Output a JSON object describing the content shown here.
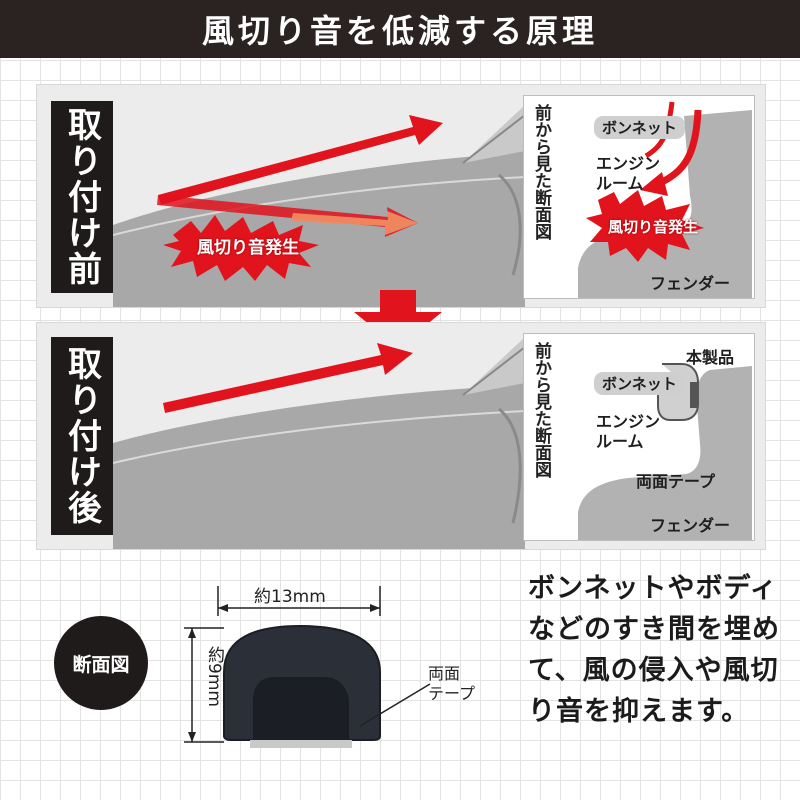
{
  "title": "風切り音を低減する原理",
  "before": {
    "label": "取り付け前",
    "burst_text": "風切り音発生",
    "section_label": "前から見た断面図",
    "section": {
      "bonnet": "ボンネット",
      "engine_room": "エンジン\nルーム",
      "burst_text": "風切り音発生",
      "fender": "フェンダー"
    }
  },
  "after": {
    "label": "取り付け後",
    "section_label": "前から見た断面図",
    "section": {
      "product": "本製品",
      "bonnet": "ボンネット",
      "engine_room": "エンジン\nルーム",
      "tape": "両面テープ",
      "fender": "フェンダー"
    }
  },
  "cross_section": {
    "badge": "断面図",
    "width": "約13mm",
    "height": "約9mm",
    "tape_label": "両面\nテープ"
  },
  "description": "ボンネットやボディ\nなどのすき間を埋め\nて、風の侵入や風切\nり音を抑えます。",
  "colors": {
    "accent_red": "#e1131d",
    "dark": "#1f1b1a",
    "panel": "#ececec",
    "car_gray": "#a8a8a8"
  }
}
